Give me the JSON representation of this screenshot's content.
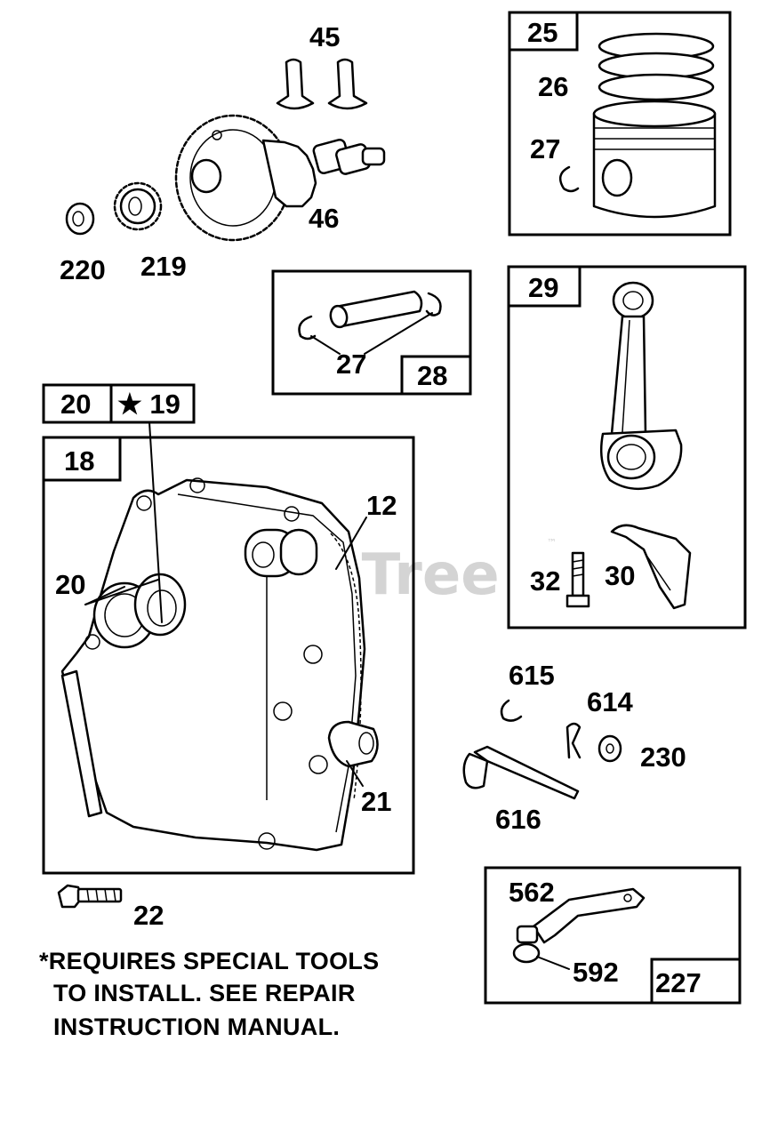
{
  "watermark": {
    "brand": "PartsTree",
    "trademark": "™"
  },
  "labels": {
    "p45": "45",
    "p46": "46",
    "p219": "219",
    "p220": "220",
    "p25": "25",
    "p26": "26",
    "p27_piston": "27",
    "p27_pin": "27",
    "p28": "28",
    "p29": "29",
    "p32": "32",
    "p30": "30",
    "p20_box": "20",
    "p19_box": "★ 19",
    "p18": "18",
    "p12": "12",
    "p20": "20",
    "p21": "21",
    "p22": "22",
    "p615": "615",
    "p614": "614",
    "p230": "230",
    "p616": "616",
    "p562": "562",
    "p592": "592",
    "p227": "227"
  },
  "note": {
    "line1": "*REQUIRES SPECIAL TOOLS",
    "line2": "TO INSTALL. SEE REPAIR",
    "line3": "INSTRUCTION MANUAL."
  }
}
